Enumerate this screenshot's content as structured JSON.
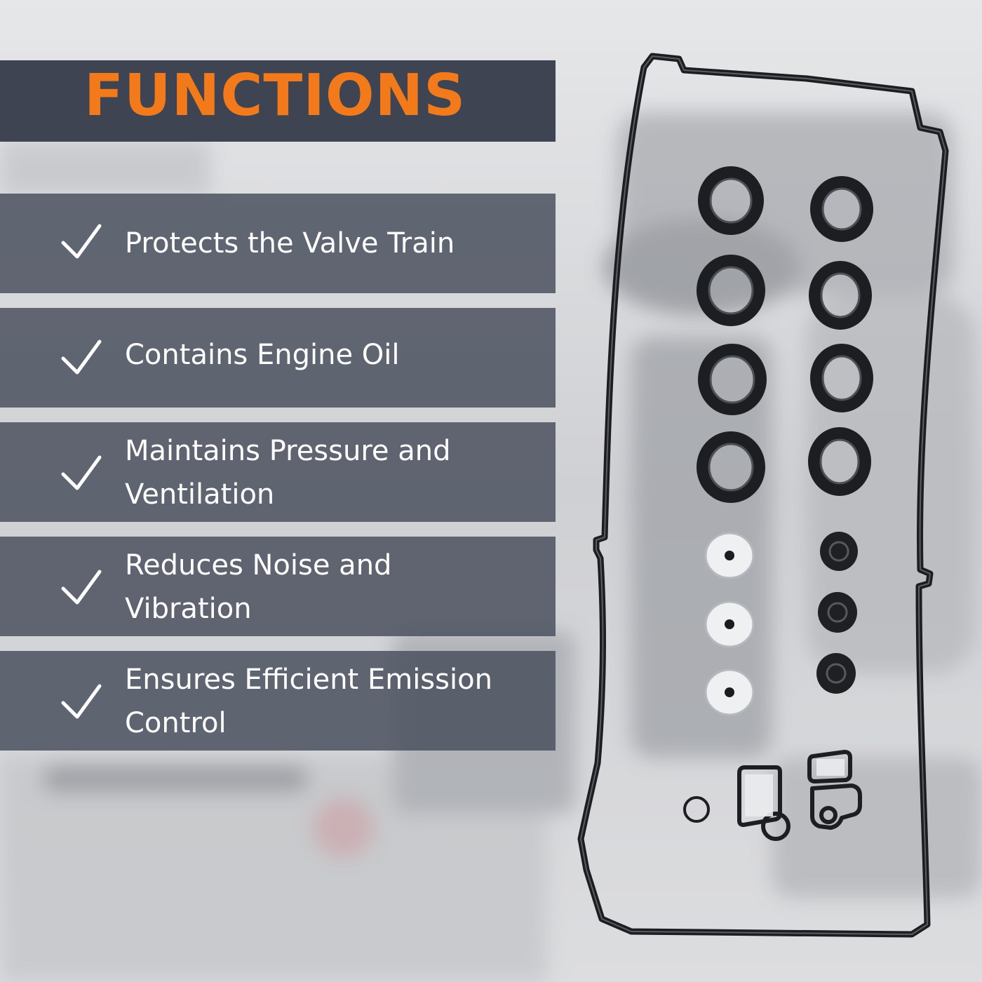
{
  "header": {
    "title": "FUNCTIONS"
  },
  "colors": {
    "accent": "#f27a1a",
    "band": "#3f4453",
    "row": "#4c5160",
    "text": "#ffffff"
  },
  "features": [
    {
      "icon": "checkmark-icon",
      "line1": "Protects the Valve Train",
      "line2": ""
    },
    {
      "icon": "checkmark-icon",
      "line1": "Contains Engine Oil",
      "line2": ""
    },
    {
      "icon": "checkmark-icon",
      "line1": "Maintains Pressure and",
      "line2": "Ventilation"
    },
    {
      "icon": "checkmark-icon",
      "line1": "Reduces Noise and",
      "line2": "Vibration"
    },
    {
      "icon": "checkmark-icon",
      "line1": "Ensures Efficient Emission",
      "line2": "Control"
    }
  ]
}
